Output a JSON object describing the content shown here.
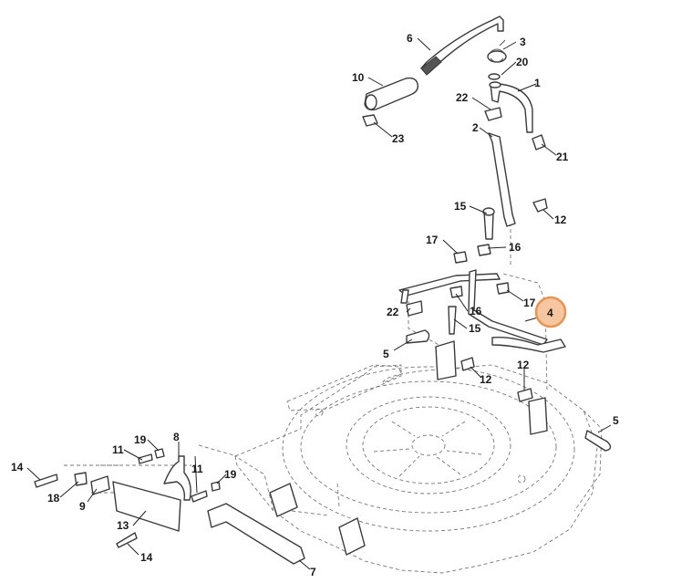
{
  "callouts": {
    "c6": "6",
    "c3": "3",
    "c20": "20",
    "c10": "10",
    "c1": "1",
    "c22a": "22",
    "c2": "2",
    "c23": "23",
    "c21": "21",
    "c15a": "15",
    "c12a": "12",
    "c17a": "17",
    "c16a": "16",
    "c17b": "17",
    "c4": "4",
    "c22b": "22",
    "c16b": "16",
    "c15b": "15",
    "c5a": "5",
    "c12b": "12",
    "c12c": "12",
    "c5b": "5",
    "c19a": "19",
    "c8": "8",
    "c11a": "11",
    "c14a": "14",
    "c11b": "11",
    "c19b": "19",
    "c18": "18",
    "c9": "9",
    "c13": "13",
    "c14b": "14",
    "c7": "7"
  },
  "highlight": {
    "color": "#f6c6a1",
    "border": "#e8954f",
    "part": "4"
  }
}
